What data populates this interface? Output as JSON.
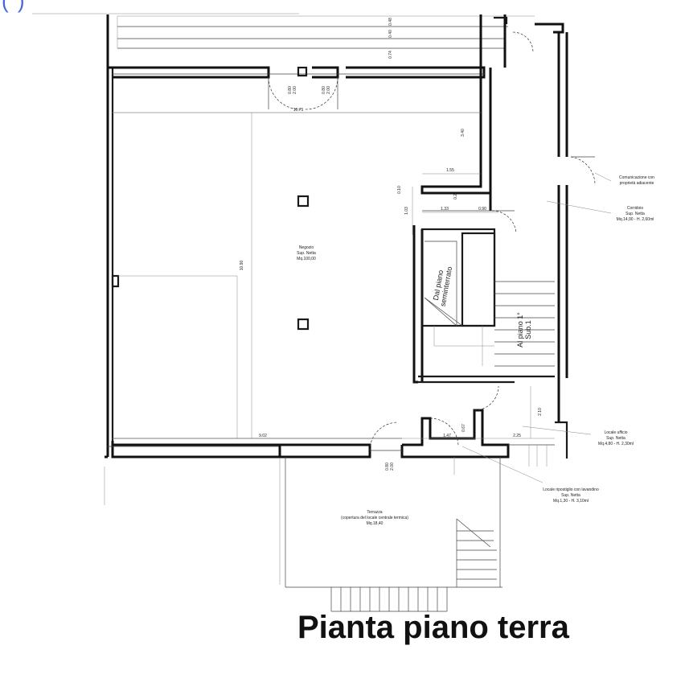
{
  "title": "Pianta piano terra",
  "top_fragment": "(                         )",
  "rooms": {
    "negozio": [
      "Negozio",
      "Sup. Netta",
      "Mq.100,00"
    ],
    "terrazza": [
      "Terrazza",
      "(copertura del locale centrale termica)",
      "Mq.18,40"
    ],
    "corridoio": [
      "Corridoio",
      "Sup. Netta",
      "Mq.14,90 - H. 2,60ml"
    ],
    "ufficio": [
      "Locale ufficio",
      "Sup. Netta",
      "Mq.4,80 - H. 2,30ml"
    ],
    "ripostiglio": [
      "Locale ripostiglio con lavandino",
      "Sup. Netta",
      "Mq.1,30 - H. 3,10ml"
    ],
    "comunicazione": [
      "Comunicazione con",
      "proprietà adiacente"
    ]
  },
  "stairs": {
    "down": [
      "Dal piano",
      "seminterrato"
    ],
    "up": [
      "Al piano 1°",
      "Sub.1"
    ]
  },
  "dims": {
    "d1075": "10.75",
    "d1090": "10.90",
    "d902": "9.02",
    "d155": "1.55",
    "d133": "1.33",
    "d090": "0.90",
    "d340": "3.40",
    "d010": "0.10",
    "d103": "1.03",
    "d024": "0.24",
    "d048": "0.48",
    "d040": "0.40",
    "d074": "0.74",
    "d210": "2.10",
    "d147": "1.47",
    "d067": "0.67",
    "d225": "2.25",
    "door1": [
      "0.80",
      "2.00"
    ],
    "door2": [
      "0.80",
      "2.00"
    ],
    "door3": [
      "0.80",
      "2.00"
    ]
  },
  "colors": {
    "stamp": "#4466dd",
    "ink": "#1a1a1a"
  }
}
